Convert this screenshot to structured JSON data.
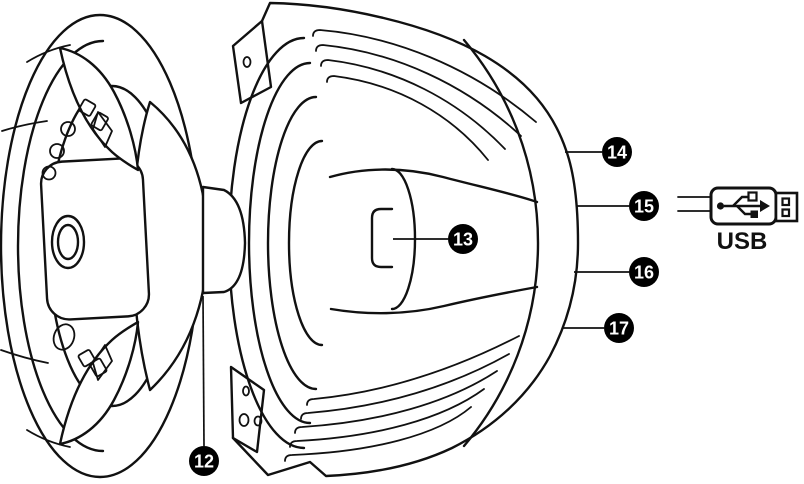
{
  "figure": {
    "kind": "parts-diagram",
    "subject": "racing-wheel-and-base-side-view",
    "background_color": "#ffffff",
    "line_color": "#111111"
  },
  "callouts": [
    {
      "number": "12"
    },
    {
      "number": "13"
    },
    {
      "number": "14"
    },
    {
      "number": "15"
    },
    {
      "number": "16"
    },
    {
      "number": "17"
    }
  ],
  "callout_style": {
    "bubble_color": "#000000",
    "number_color": "#ffffff"
  },
  "usb": {
    "label": "USB"
  }
}
